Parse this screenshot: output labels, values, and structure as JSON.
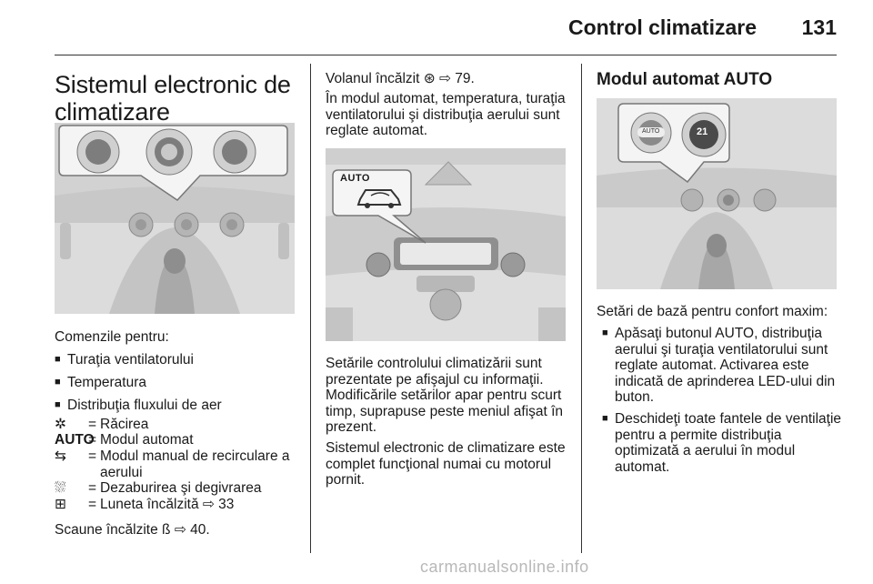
{
  "header": {
    "title": "Control climatizare",
    "page_number": "131"
  },
  "col1": {
    "heading": "Sistemul electronic de climatizare",
    "intro": "Comenzile pentru:",
    "bullets": [
      "Turaţia ventilatorului",
      "Temperatura",
      "Distribuţia fluxului de aer"
    ],
    "legend": [
      {
        "symbol": "✲",
        "text": "Răcirea"
      },
      {
        "symbol": "AUTO",
        "text": "Modul automat"
      },
      {
        "symbol": "⇆",
        "text": "Modul manual de recirculare a aerului"
      },
      {
        "symbol": "⛆",
        "text": "Dezaburirea şi degivrarea"
      },
      {
        "symbol": "⊞",
        "text": "Luneta încălzită ⇨ 33"
      }
    ],
    "legend_eq": "=",
    "seat_note": "Scaune încălzite ß ⇨ 40."
  },
  "col2": {
    "p1": "Volanul încălzit ⊛ ⇨ 79.",
    "p2": "În modul automat, temperatura, turaţia ventilatorului şi distribuţia aerului sunt reglate automat.",
    "callout_label": "AUTO",
    "p3": "Setările controlului climatizării sunt prezentate pe afişajul cu informaţii. Modificările setărilor apar pentru scurt timp, suprapuse peste meniul afişat în prezent.",
    "p4": "Sistemul electronic de climatizare este complet funcţional numai cu motorul pornit."
  },
  "col3": {
    "heading": "Modul automat AUTO",
    "intro": "Setări de bază pentru confort maxim:",
    "bullets": [
      "Apăsaţi butonul AUTO, distribuţia aerului şi turaţia ventilatorului sunt reglate automat. Activarea este indicată de aprinderea LED-ului din buton.",
      "Deschideţi toate fantele de ventilaţie pentru a permite distribuţia optimizată a aerului în modul automat."
    ],
    "display_temp": "21",
    "auto_button": "AUTO"
  },
  "watermark": "carmanualsonline.info",
  "bullet_glyph": "■"
}
